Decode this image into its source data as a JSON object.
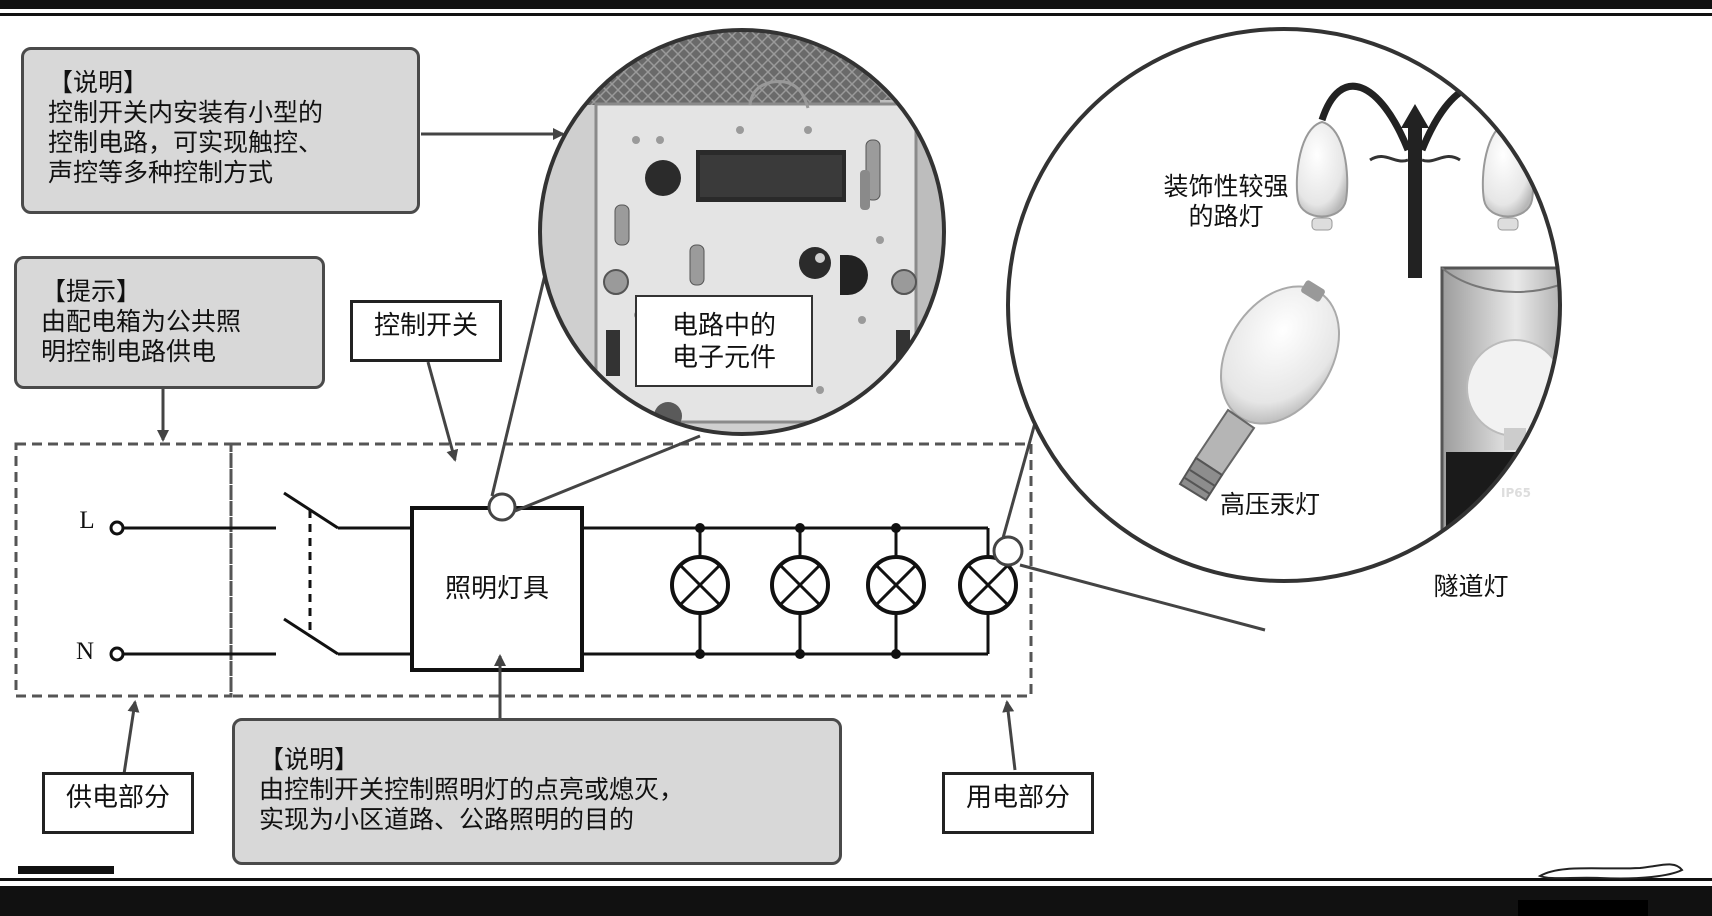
{
  "notes": {
    "top": {
      "heading": "【说明】",
      "lines": [
        "控制开关内安装有小型的",
        "控制电路，可实现触控、",
        "声控等多种控制方式"
      ]
    },
    "hint": {
      "heading": "【提示】",
      "lines": [
        "由配电箱为公共照",
        "明控制电路供电"
      ]
    },
    "bottom": {
      "heading": "【说明】",
      "lines": [
        "由控制开关控制照明灯的点亮或熄灭，",
        "实现为小区道路、公路照明的目的"
      ]
    }
  },
  "labels": {
    "control_switch": "控制开关",
    "lighting_fixture": "照明灯具",
    "power_supply_part": "供电部分",
    "power_use_part": "用电部分",
    "terminal_L": "L",
    "terminal_N": "N"
  },
  "circuit_photo": {
    "caption_lines": [
      "电路中的",
      "电子元件"
    ]
  },
  "lamps_photo": {
    "decorative_lamp_lines": [
      "装饰性较强",
      "的路灯"
    ],
    "mercury_lamp": "高压汞灯",
    "tunnel_lamp": "隧道灯",
    "tunnel_badge": "IP65"
  }
}
